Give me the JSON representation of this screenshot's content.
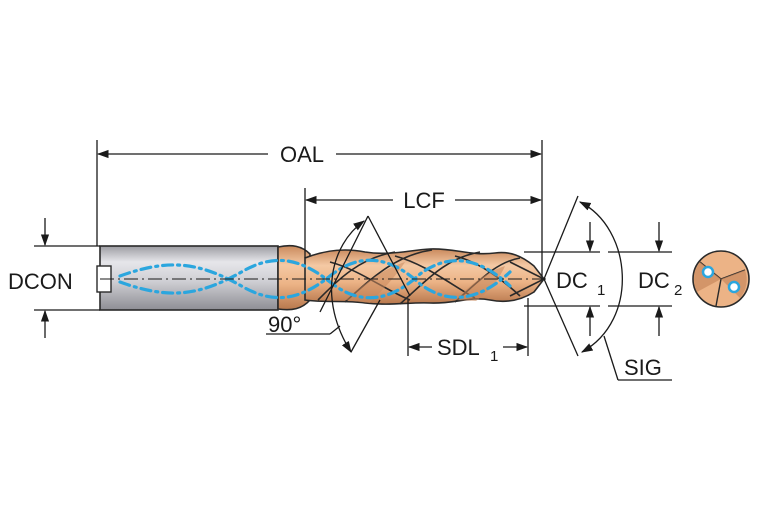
{
  "diagram": {
    "labels": {
      "oal": "OAL",
      "lcf": "LCF",
      "dcon": "DCON",
      "dc1_main": "DC",
      "dc1_sub": "1",
      "dc2_main": "DC",
      "dc2_sub": "2",
      "sdl1_main": "SDL",
      "sdl1_sub": "1",
      "sig": "SIG",
      "angle": "90°"
    },
    "colors": {
      "tool_body": "#ecb386",
      "tool_shadow": "#c9895c",
      "shank": "#cfcfd4",
      "coolant": "#2ba6de",
      "line": "#1a1a1a"
    }
  }
}
